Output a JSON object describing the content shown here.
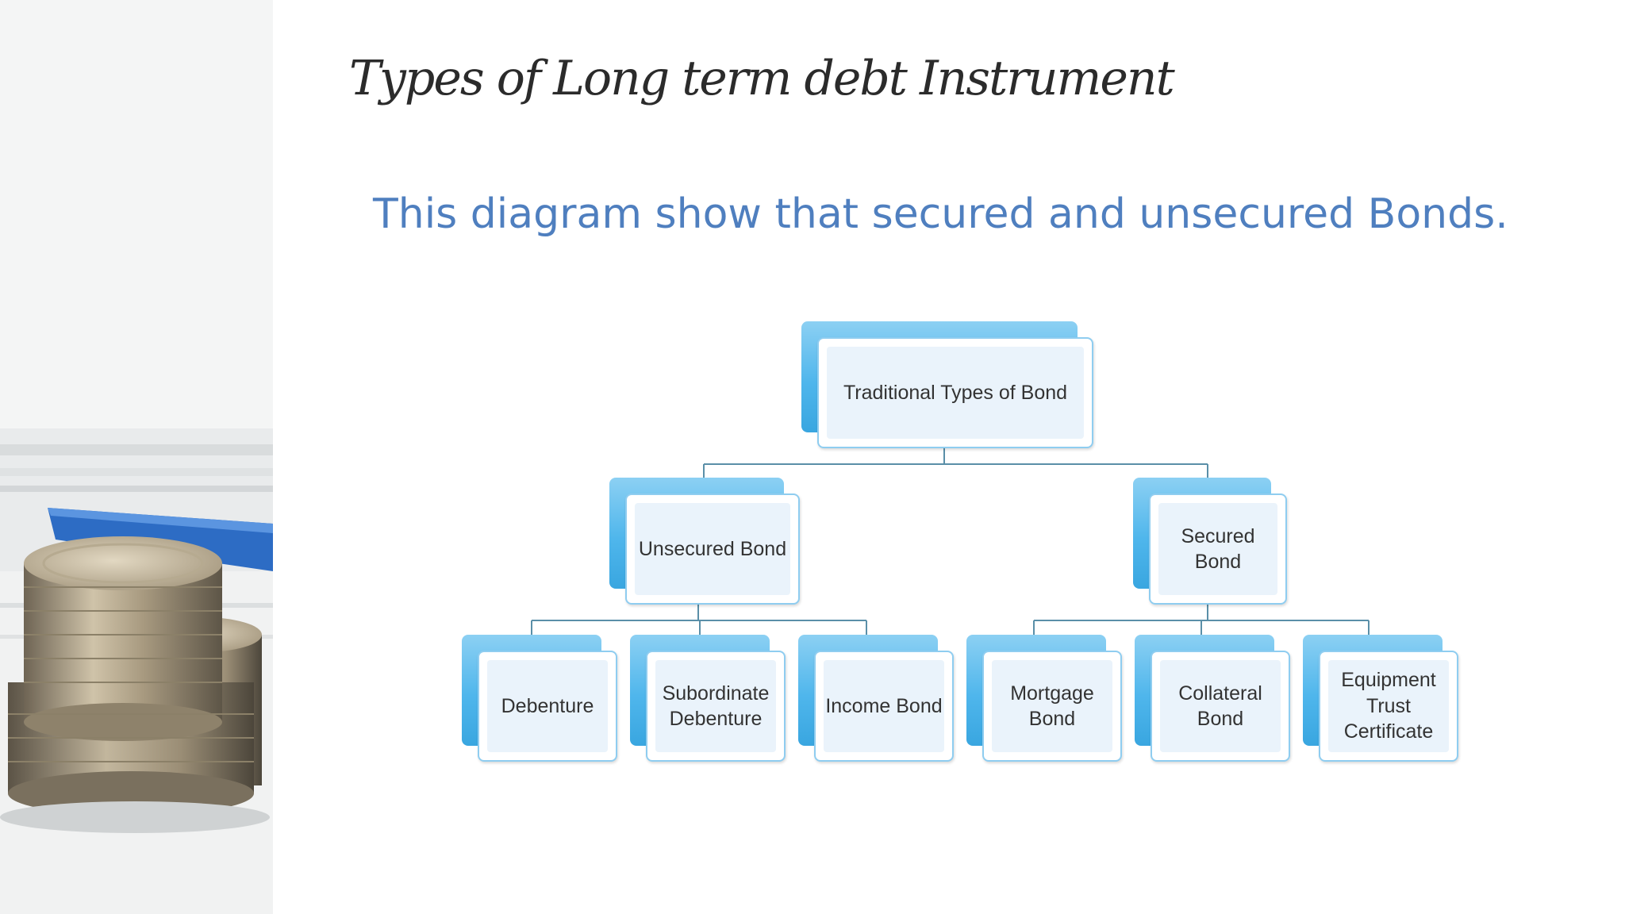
{
  "slide": {
    "title": "Types of Long term debt Instrument",
    "subtitle": "This diagram show that secured and unsecured Bonds."
  },
  "diagram": {
    "root": "Traditional Types of Bond",
    "unsecured": {
      "label": "Unsecured Bond",
      "children": [
        "Debenture",
        "Subordinate\nDebenture",
        "Income Bond"
      ]
    },
    "secured": {
      "label": "Secured\nBond",
      "children": [
        "Mortgage\nBond",
        "Collateral\nBond",
        "Equipment\nTrust\nCertificate"
      ]
    }
  },
  "colors": {
    "title": "#2b2b2b",
    "subtitle": "#4f7fbf",
    "node_back": "#4fb6ec",
    "node_border": "#8fcdf0",
    "connector": "#5a8fa8"
  }
}
